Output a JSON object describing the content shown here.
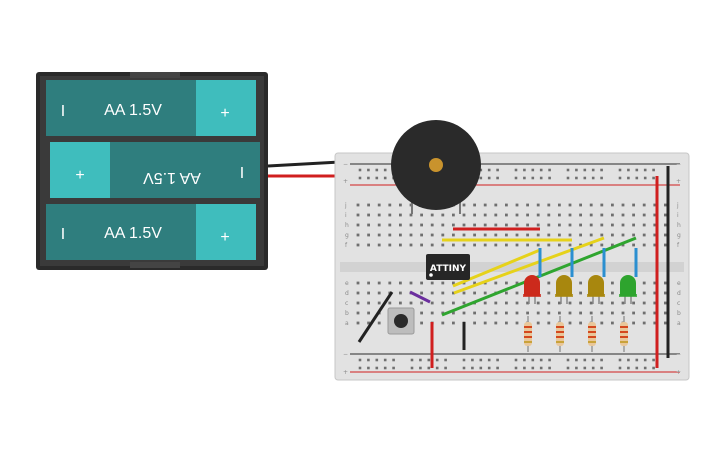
{
  "battery_pack": {
    "cells": [
      {
        "label": "AA 1.5V",
        "neg": "I",
        "pos": "+",
        "flipped": false
      },
      {
        "label": "AA 1.5V",
        "neg": "I",
        "pos": "+",
        "flipped": true
      },
      {
        "label": "AA 1.5V",
        "neg": "I",
        "pos": "+",
        "flipped": false
      }
    ]
  },
  "chip": {
    "label": "ATTINY"
  },
  "breadboard": {
    "rail_minus": "−",
    "rail_plus": "+",
    "row_labels_top": [
      "j",
      "i",
      "h",
      "g",
      "f"
    ],
    "row_labels_bottom": [
      "e",
      "d",
      "c",
      "b",
      "a"
    ]
  },
  "leds": [
    {
      "color_name": "red",
      "color": "#cc2a1c"
    },
    {
      "color_name": "yellow",
      "color": "#a8870e"
    },
    {
      "color_name": "yellow",
      "color": "#a8870e"
    },
    {
      "color_name": "green",
      "color": "#2ea42e"
    }
  ],
  "colors": {
    "battery_body": "#2f7e7e",
    "battery_tip": "#3fbdbd",
    "wire_red": "#d01f1f",
    "wire_black": "#222222",
    "wire_yellow": "#e6d21a",
    "wire_green": "#2fa52f",
    "wire_blue": "#2b8fd0",
    "wire_purple": "#6b2e9e"
  }
}
